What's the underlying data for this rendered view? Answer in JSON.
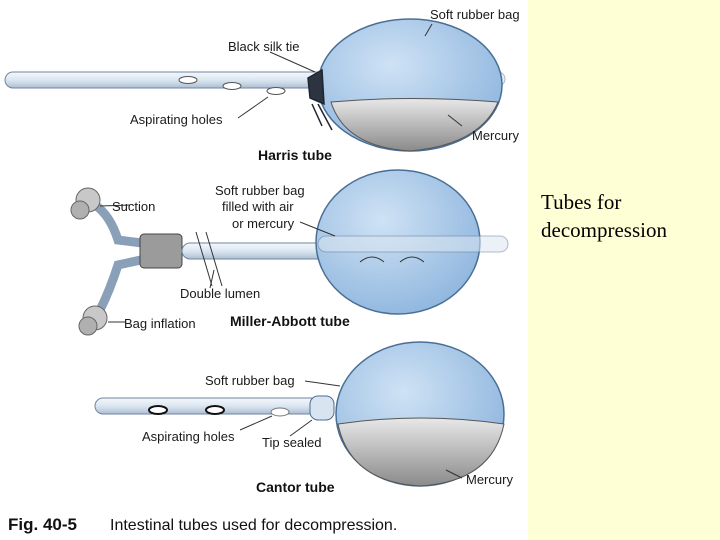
{
  "slide": {
    "title": "Tubes for decompression",
    "background_color": "#ffffd5"
  },
  "figure": {
    "caption_number": "Fig. 40-5",
    "caption_text": "Intestinal tubes used for decompression.",
    "colors": {
      "bag_blue": "#9ec3e8",
      "bag_outline": "#4a6f96",
      "mercury_gray": "#9a9a9a",
      "tube_fill": "#e6eef6"
    },
    "harris": {
      "name": "Harris tube",
      "labels": {
        "bag": "Soft rubber bag",
        "tie": "Black silk tie",
        "holes": "Aspirating holes",
        "mercury": "Mercury"
      }
    },
    "miller_abbott": {
      "name": "Miller-Abbott tube",
      "labels": {
        "suction": "Suction",
        "bag_line1": "Soft rubber bag",
        "bag_line2": "filled with air",
        "bag_line3": "or mercury",
        "lumen": "Double lumen",
        "inflation": "Bag inflation"
      }
    },
    "cantor": {
      "name": "Cantor tube",
      "labels": {
        "bag": "Soft rubber bag",
        "holes": "Aspirating holes",
        "tip": "Tip sealed",
        "mercury": "Mercury"
      }
    }
  }
}
